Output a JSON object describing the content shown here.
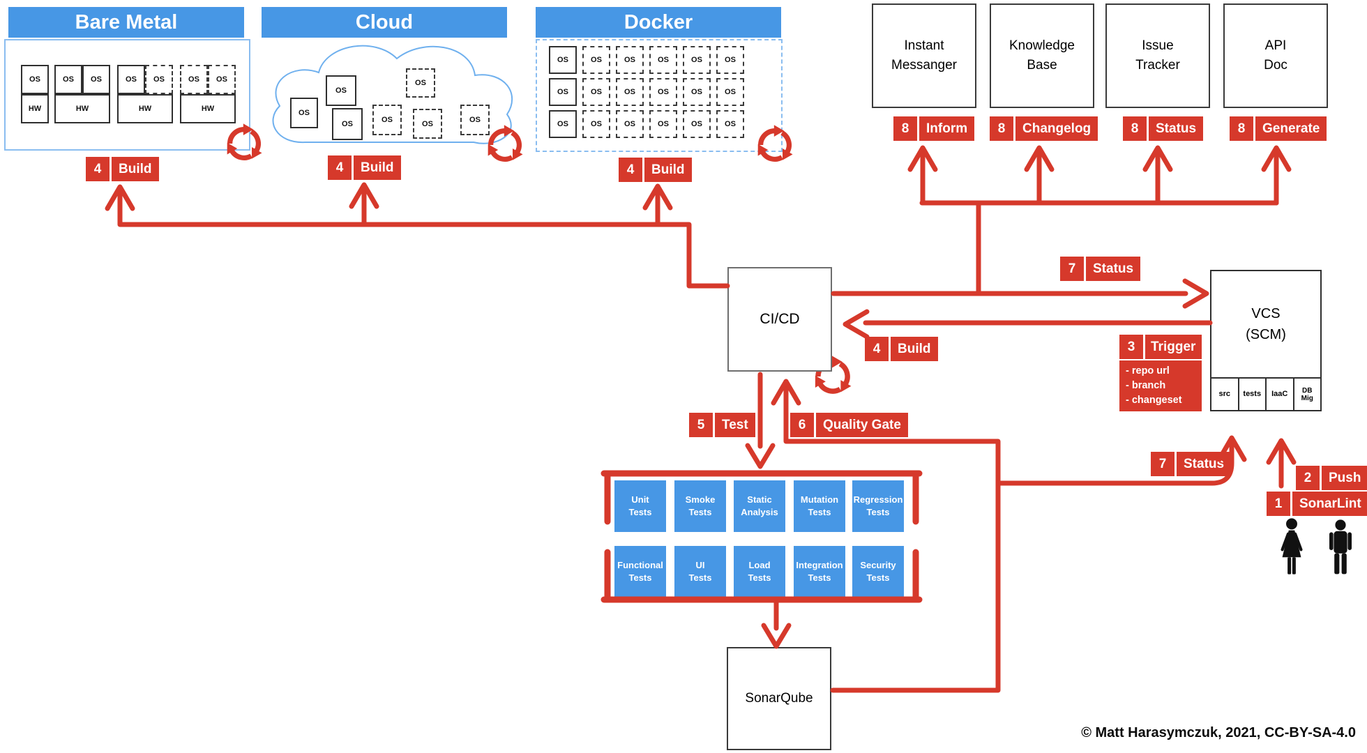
{
  "sections": {
    "bare_metal": {
      "title": "Bare Metal"
    },
    "cloud": {
      "title": "Cloud"
    },
    "docker": {
      "title": "Docker"
    }
  },
  "labels": {
    "os": "OS",
    "hw": "HW"
  },
  "services": [
    {
      "title": "Instant\nMessanger",
      "step": {
        "num": "8",
        "label": "Inform"
      }
    },
    {
      "title": "Knowledge\nBase",
      "step": {
        "num": "8",
        "label": "Changelog"
      }
    },
    {
      "title": "Issue\nTracker",
      "step": {
        "num": "8",
        "label": "Status"
      }
    },
    {
      "title": "API\nDoc",
      "step": {
        "num": "8",
        "label": "Generate"
      }
    }
  ],
  "steps": {
    "sonarlint": {
      "num": "1",
      "label": "SonarLint"
    },
    "push": {
      "num": "2",
      "label": "Push"
    },
    "trigger": {
      "num": "3",
      "label": "Trigger",
      "details": "- repo url\n- branch\n- changeset"
    },
    "build": {
      "num": "4",
      "label": "Build"
    },
    "test": {
      "num": "5",
      "label": "Test"
    },
    "quality_gate": {
      "num": "6",
      "label": "Quality Gate"
    },
    "status": {
      "num": "7",
      "label": "Status"
    }
  },
  "nodes": {
    "cicd": {
      "label": "CI/CD"
    },
    "vcs": {
      "label": "VCS\n(SCM)",
      "compartments": [
        "src",
        "tests",
        "IaaC",
        "DB\nMig"
      ]
    },
    "sonarqube": {
      "label": "SonarQube"
    }
  },
  "tests": {
    "items": [
      "Unit\nTests",
      "Smoke\nTests",
      "Static\nAnalysis",
      "Mutation\nTests",
      "Regression\nTests",
      "Functional\nTests",
      "UI\nTests",
      "Load\nTests",
      "Integration\nTests",
      "Security\nTests"
    ]
  },
  "footer": {
    "copyright": "© Matt Harasymczuk, 2021, CC-BY-SA-4.0"
  },
  "colors": {
    "red": "#d6392b",
    "blue": "#4797e5",
    "light_blue": "#8abdf0"
  }
}
